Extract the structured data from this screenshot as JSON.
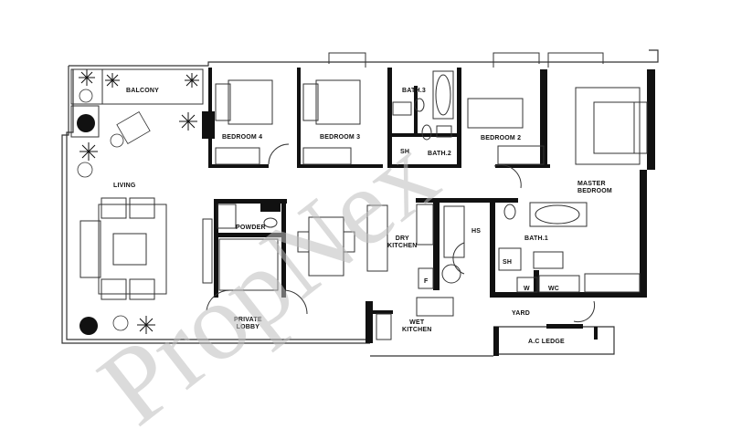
{
  "diagram": {
    "type": "floor-plan",
    "watermark": "PropNex",
    "colors": {
      "wall": "#111111",
      "line": "#333333",
      "background": "#ffffff",
      "watermark": "#bdbdbd"
    },
    "rooms": [
      {
        "id": "balcony",
        "label": "BALCONY"
      },
      {
        "id": "living",
        "label": "LIVING"
      },
      {
        "id": "bedroom4",
        "label": "BEDROOM 4"
      },
      {
        "id": "bedroom3",
        "label": "BEDROOM 3"
      },
      {
        "id": "bath3",
        "label": "BATH.3"
      },
      {
        "id": "sh-bath2",
        "label": "SH"
      },
      {
        "id": "bath2",
        "label": "BATH.2"
      },
      {
        "id": "bedroom2",
        "label": "BEDROOM 2"
      },
      {
        "id": "master",
        "label": "MASTER\nBEDROOM"
      },
      {
        "id": "powder",
        "label": "POWDER"
      },
      {
        "id": "private-lobby",
        "label": "PRIVATE\nLOBBY"
      },
      {
        "id": "dry-kitchen",
        "label": "DRY\nKITCHEN"
      },
      {
        "id": "wet-kitchen",
        "label": "WET\nKITCHEN"
      },
      {
        "id": "hs",
        "label": "HS"
      },
      {
        "id": "bath1",
        "label": "BATH.1"
      },
      {
        "id": "sh-bath1",
        "label": "SH"
      },
      {
        "id": "w",
        "label": "W"
      },
      {
        "id": "wc",
        "label": "WC"
      },
      {
        "id": "yard",
        "label": "YARD"
      },
      {
        "id": "ac-ledge",
        "label": "A.C LEDGE"
      },
      {
        "id": "fridge",
        "label": "F"
      }
    ]
  }
}
